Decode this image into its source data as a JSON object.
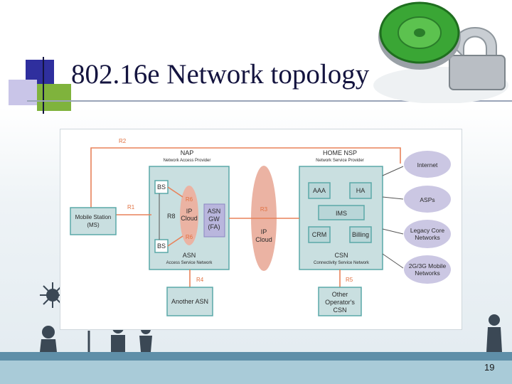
{
  "slide": {
    "title": "802.16e Network topology",
    "page_number": "19"
  },
  "diagram": {
    "interfaces": {
      "r2": "R2",
      "r1": "R1",
      "r6_top": "R6",
      "r6_bottom": "R6",
      "r8": "R8",
      "r3": "R3",
      "r4": "R4",
      "r5": "R5"
    },
    "nap": {
      "title": "NAP",
      "subtitle": "Network Access Provider"
    },
    "home_nsp": {
      "title": "HOME NSP",
      "subtitle": "Network Service Provider"
    },
    "bs_top": "BS",
    "bs_bottom": "BS",
    "ip_cloud_asn": [
      "IP",
      "Cloud"
    ],
    "asn_gw": [
      "ASN",
      "GW",
      "(FA)"
    ],
    "asn": {
      "title": "ASN",
      "subtitle": "Access Service Network"
    },
    "ip_cloud_core": [
      "IP",
      "Cloud"
    ],
    "aaa": "AAA",
    "ha": "HA",
    "ims": "IMS",
    "crm": "CRM",
    "billing": "Billing",
    "csn": {
      "title": "CSN",
      "subtitle": "Connectivity Service Network"
    },
    "mobile_station": [
      "Mobile Station",
      "(MS)"
    ],
    "another_asn": "Another ASN",
    "other_operator": [
      "Other",
      "Operator's",
      "CSN"
    ],
    "networks": {
      "internet": "Internet",
      "asps": "ASPs",
      "legacy": [
        "Legacy Core",
        "Networks"
      ],
      "mobile_2g3g": [
        "2G/3G Mobile",
        "Networks"
      ]
    }
  },
  "colors": {
    "title_text": "#14143f",
    "box_fill": "#c9dfe0",
    "box_border": "#5aa8a8",
    "link_orange": "#e8825a",
    "cloud_fill": "#ebb3a3",
    "network_ellipse": "#cbc7e3",
    "lock_green": "#3aa635",
    "footer_dark": "#5f8fa8",
    "footer_light": "#a9cbd8"
  }
}
